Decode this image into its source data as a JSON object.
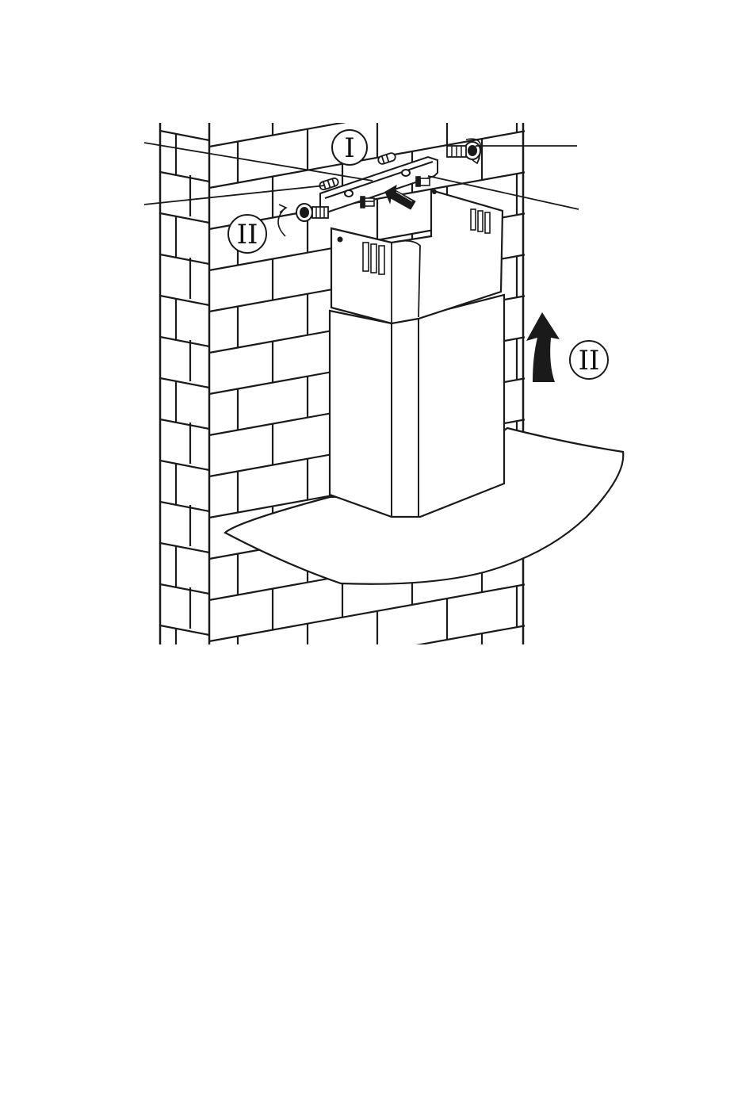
{
  "diagram": {
    "step_markers": [
      "I",
      "II",
      "II"
    ],
    "colors": {
      "line": "#1a1a1a",
      "background": "#ffffff",
      "arrow_fill": "#1a1a1a"
    }
  }
}
